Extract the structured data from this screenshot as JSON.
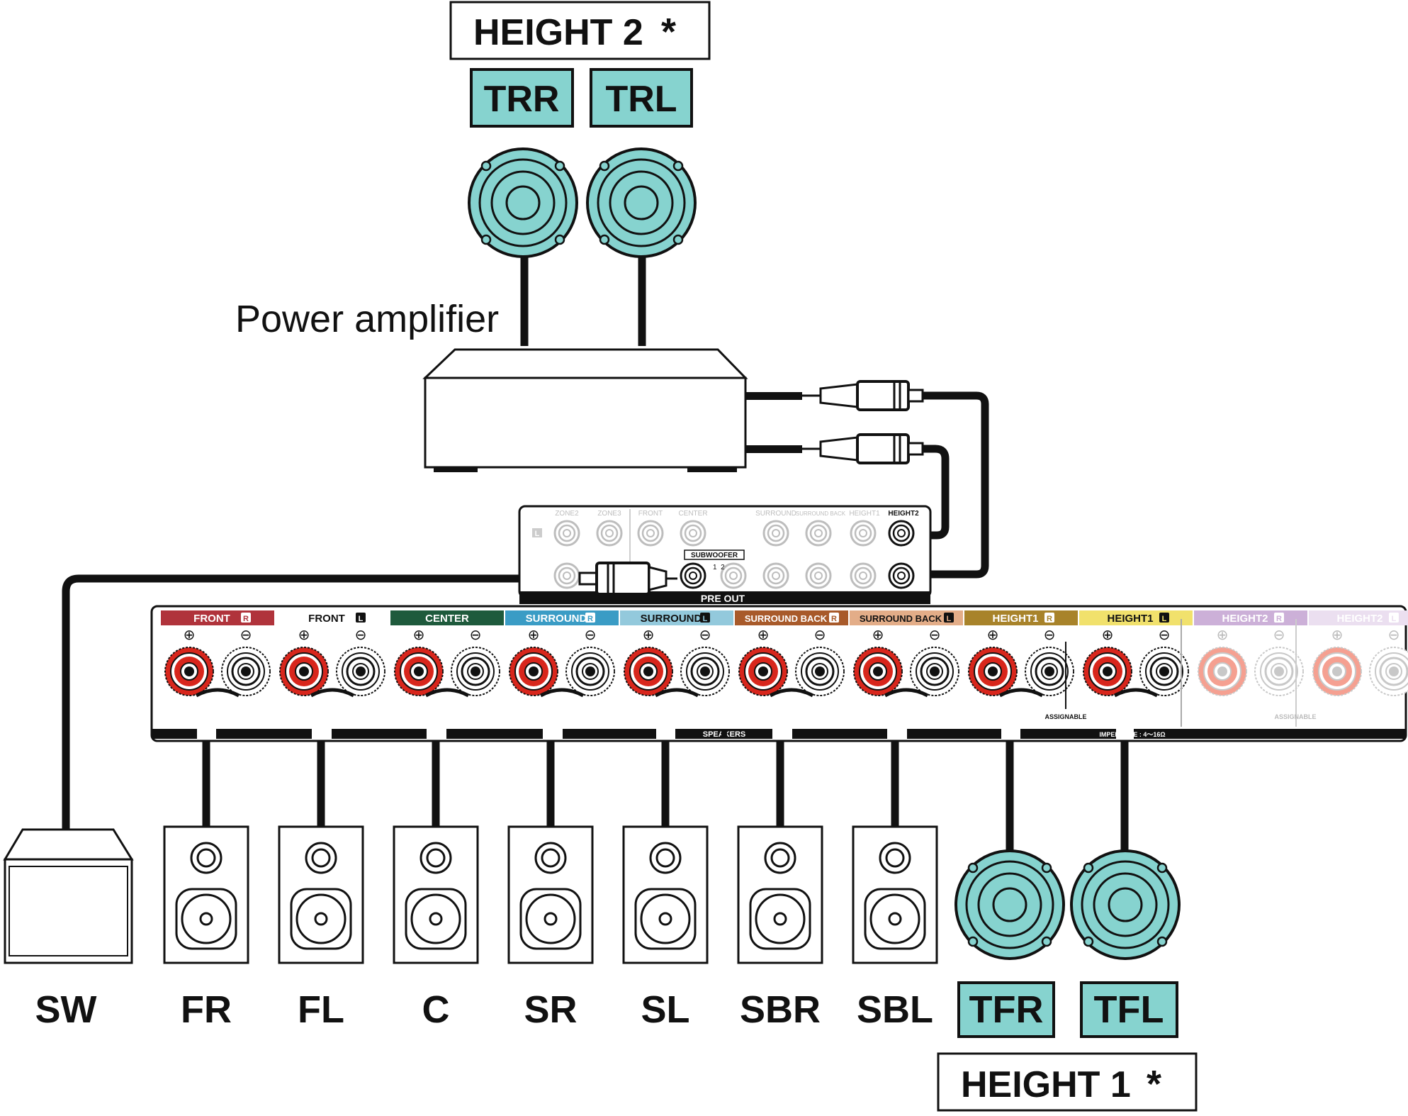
{
  "height2_title": "HEIGHT 2",
  "height1_title": "HEIGHT 1",
  "asterisk": "*",
  "power_amplifier_label": "Power amplifier",
  "top_speakers": [
    "TRR",
    "TRL"
  ],
  "bottom_labels": [
    "SW",
    "FR",
    "FL",
    "C",
    "SR",
    "SL",
    "SBR",
    "SBL",
    "TFR",
    "TFL"
  ],
  "preout": {
    "top_labels": [
      "ZONE2",
      "ZONE3",
      "FRONT",
      "CENTER",
      "SURROUND",
      "SURROUND BACK",
      "HEIGHT1",
      "HEIGHT2"
    ],
    "l_badge": "L",
    "subwoofer": "SUBWOOFER",
    "sub_numbers": "1  2",
    "pre_out": "PRE OUT"
  },
  "terminals": {
    "channels": [
      {
        "text": "FRONT",
        "badge": "R",
        "color": "#b0333b"
      },
      {
        "text": "FRONT",
        "badge": "L",
        "color": "#ffffff"
      },
      {
        "text": "CENTER",
        "badge": "",
        "color": "#1e5a3c"
      },
      {
        "text": "SURROUND",
        "badge": "R",
        "color": "#3a9cc5"
      },
      {
        "text": "SURROUND",
        "badge": "L",
        "color": "#93c9dc"
      },
      {
        "text": "SURROUND BACK",
        "badge": "R",
        "color": "#a85a2a"
      },
      {
        "text": "SURROUND BACK",
        "badge": "L",
        "color": "#e3ad88"
      },
      {
        "text": "HEIGHT1",
        "badge": "R",
        "color": "#a8832a"
      },
      {
        "text": "HEIGHT1",
        "badge": "L",
        "color": "#f1e16c"
      },
      {
        "text": "HEIGHT2",
        "badge": "R",
        "color": "#ccb0d8"
      },
      {
        "text": "HEIGHT2",
        "badge": "L",
        "color": "#ebdff0"
      }
    ],
    "plus": "⊕",
    "minus": "⊖",
    "speakers": "SPEAKERS",
    "assignable": "ASSIGNABLE",
    "impedance": "IMPEDANCE : 4～16Ω"
  },
  "colors": {
    "teal": "#86d3cf",
    "red": "#d8261c",
    "black": "#111111"
  }
}
